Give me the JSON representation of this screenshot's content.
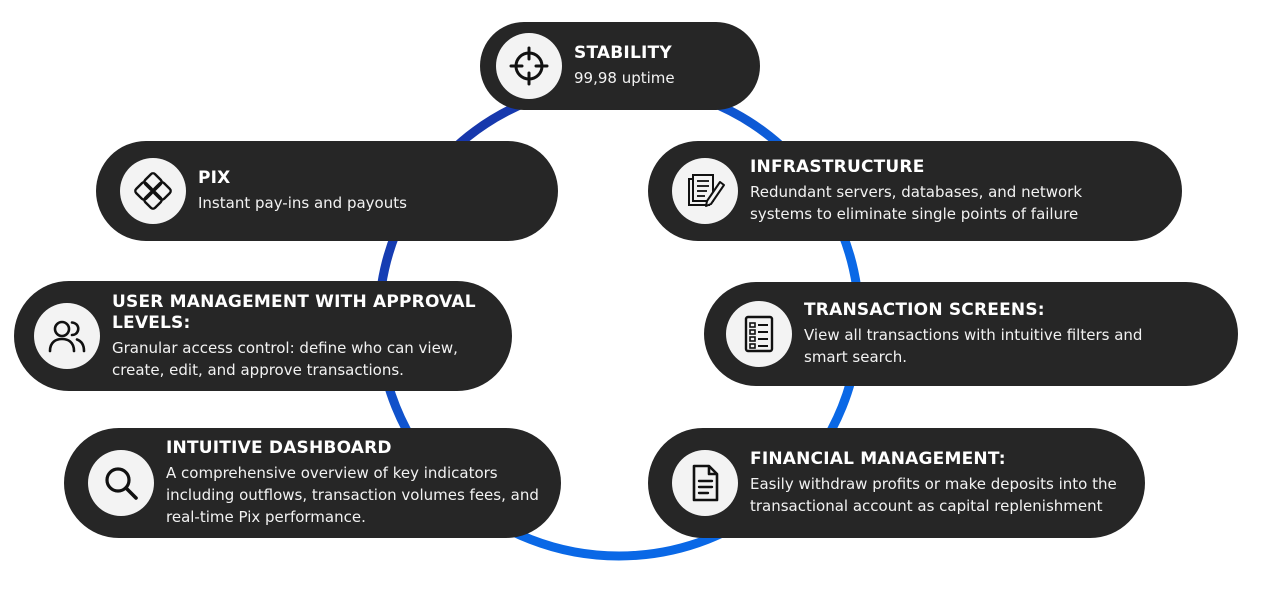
{
  "colors": {
    "pill_bg": "#262626",
    "icon_bg": "#f3f3f3",
    "ring_dark_navy": "#1c2596",
    "ring_bright_blue": "#0a68e6",
    "text": "#ffffff"
  },
  "cards": {
    "stability": {
      "title": "STABILITY",
      "description": "99,98 uptime",
      "icon": "target-icon"
    },
    "infrastructure": {
      "title": "INFRASTRUCTURE",
      "description": "Redundant servers, databases, and network systems to eliminate single points of failure",
      "icon": "documents-pen-icon"
    },
    "pix": {
      "title": "PIX",
      "description": "Instant pay-ins and payouts",
      "icon": "pix-icon"
    },
    "user_management": {
      "title": "USER MANAGEMENT WITH APPROVAL LEVELS:",
      "description": "Granular access control: define who can view, create, edit, and approve transactions.",
      "icon": "users-icon"
    },
    "transaction_screens": {
      "title": "TRANSACTION SCREENS:",
      "description": "View all transactions with intuitive filters and smart search.",
      "icon": "checklist-icon"
    },
    "dashboard": {
      "title": "INTUITIVE DASHBOARD",
      "description": "A comprehensive overview of key indicators including outflows, transaction volumes fees, and real-time Pix performance.",
      "icon": "search-icon"
    },
    "financial_management": {
      "title": "FINANCIAL MANAGEMENT:",
      "description": "Easily withdraw profits or make deposits into the transactional account as capital replenishment",
      "icon": "file-text-icon"
    }
  }
}
